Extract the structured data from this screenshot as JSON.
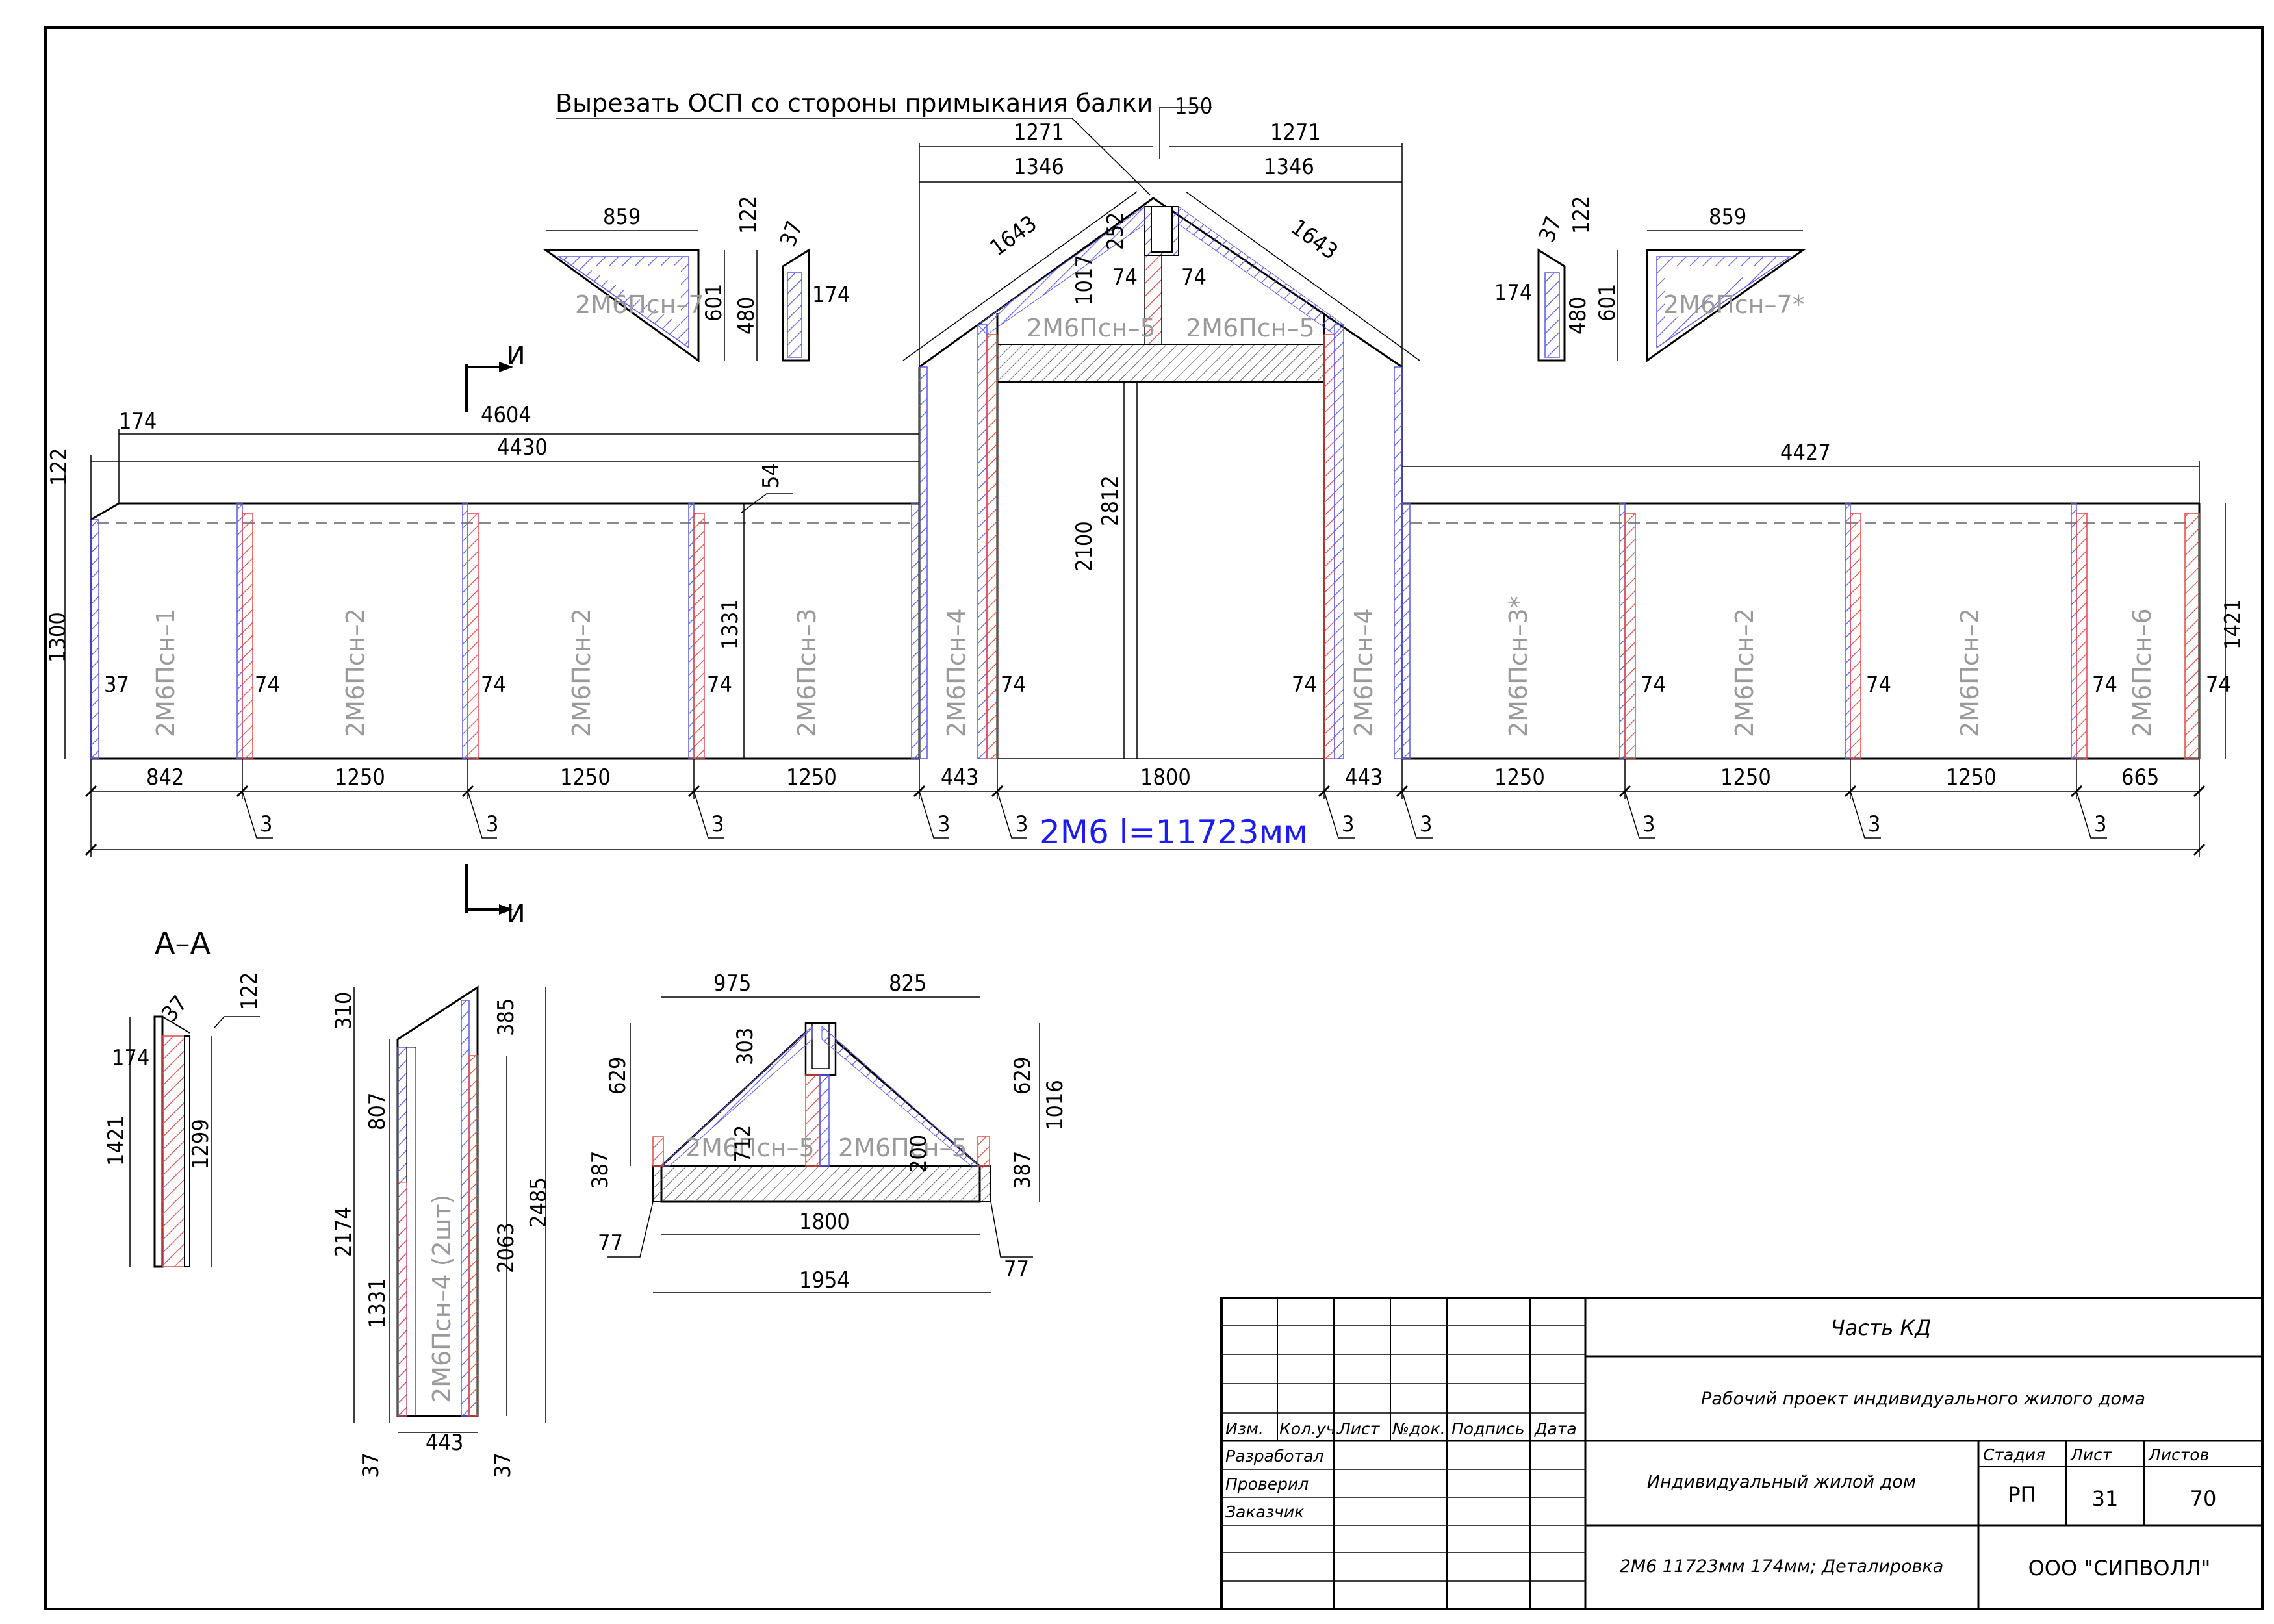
{
  "note_cut": "Вырезать ОСП со стороны примыкания балки",
  "section_aa": "А–А",
  "section_mark": "И",
  "total_label": "2М6 l=11723мм",
  "marks": {
    "psn1": "2М6Псн–1",
    "psn2": "2М6Псн–2",
    "psn3": "2М6Псн–3",
    "psn3s": "2М6Псн–3*",
    "psn4": "2М6Псн–4",
    "psn4x2": "2М6Псн–4 (2шт)",
    "psn5": "2М6Псн–5",
    "psn6": "2М6Псн–6",
    "psn7": "2М6Псн–7",
    "psn7s": "2М6Псн–7*"
  },
  "dims": {
    "d150": "150",
    "d1271": "1271",
    "d1346": "1346",
    "d1643": "1643",
    "d252": "252",
    "d1017": "1017",
    "d74": "74",
    "d37": "37",
    "d122": "122",
    "d174": "174",
    "d601": "601",
    "d480": "480",
    "d859": "859",
    "d4604": "4604",
    "d4430": "4430",
    "d4427": "4427",
    "d54": "54",
    "d1300": "1300",
    "d1331": "1331",
    "d2812": "2812",
    "d2100": "2100",
    "d1421": "1421",
    "d842": "842",
    "d1250": "1250",
    "d443": "443",
    "d1800": "1800",
    "d665": "665",
    "d3": "3",
    "d1299": "1299",
    "d310": "310",
    "d807": "807",
    "d2174": "2174",
    "d385": "385",
    "d2063": "2063",
    "d2485": "2485",
    "d975": "975",
    "d825": "825",
    "d303": "303",
    "d629": "629",
    "d387": "387",
    "d712": "712",
    "d200": "200",
    "d1016": "1016",
    "d77": "77",
    "d1954": "1954"
  },
  "title_block": {
    "headers": [
      "Изм.",
      "Кол.уч.",
      "Лист",
      "№док.",
      "Подпись",
      "Дата"
    ],
    "roles": [
      "Разработал",
      "Проверил",
      "Заказчик"
    ],
    "part": "Часть КД",
    "project": "Рабочий проект индивидуального жилого дома",
    "object": "Индивидуальный жилой дом",
    "sheet_title": "2М6 11723мм 174мм; Деталировка",
    "stage_label": "Стадия",
    "sheet_label": "Лист",
    "sheets_label": "Листов",
    "stage": "РП",
    "sheet": "31",
    "sheets": "70",
    "company": "ООО \"СИПВОЛЛ\""
  }
}
